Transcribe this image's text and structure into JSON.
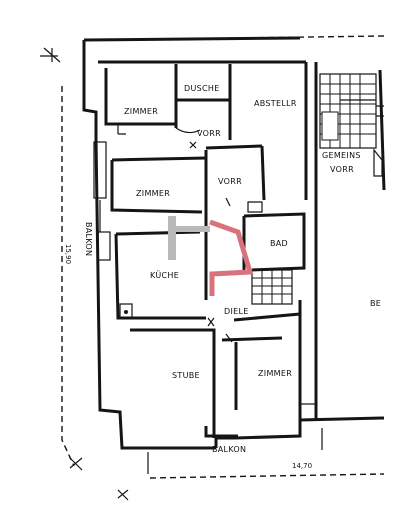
{
  "header_text": "",
  "rooms": [
    {
      "id": "zimmer-1",
      "label": "ZIMMER"
    },
    {
      "id": "dusche",
      "label": "DUSCHE"
    },
    {
      "id": "vorr-1",
      "label": "VORR"
    },
    {
      "id": "abstellr",
      "label": "ABSTELLR"
    },
    {
      "id": "gemeins-vorr",
      "label": "GEMEINS\nVORR"
    },
    {
      "id": "zimmer-2",
      "label": "ZIMMER"
    },
    {
      "id": "vorr-2",
      "label": "VORR"
    },
    {
      "id": "bad",
      "label": "BAD"
    },
    {
      "id": "kueche",
      "label": "KÜCHE"
    },
    {
      "id": "diele",
      "label": "DIELE"
    },
    {
      "id": "stube",
      "label": "STUBE"
    },
    {
      "id": "zimmer-3",
      "label": "ZIMMER"
    },
    {
      "id": "balkon-left",
      "label": "BALKON"
    },
    {
      "id": "balkon-bottom",
      "label": "BALKON"
    },
    {
      "id": "be",
      "label": "BE"
    }
  ],
  "dimensions": [
    {
      "id": "dim-left",
      "label": "15,90"
    },
    {
      "id": "dim-bottom",
      "label": "14,70"
    }
  ],
  "colors": {
    "ink": "#151515",
    "highlight_red": "#d8727c",
    "highlight_gray": "#b9b9b9"
  }
}
